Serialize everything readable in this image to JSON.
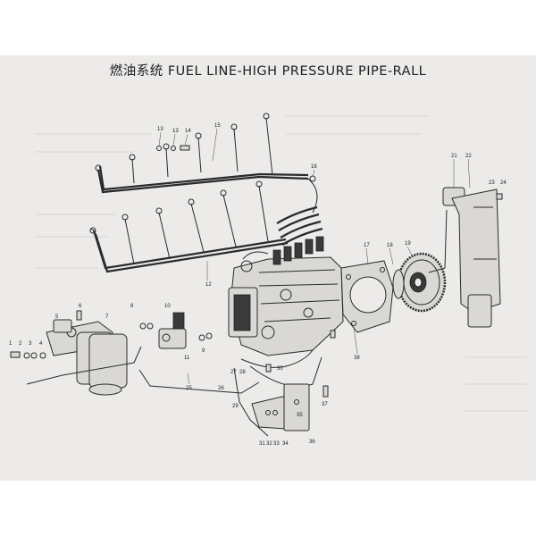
{
  "title": "燃油系统  FUEL LINE-HIGH PRESSURE PIPE-RALL",
  "callouts": [
    "1",
    "2",
    "3",
    "4",
    "5",
    "6",
    "7",
    "8",
    "9",
    "10",
    "11",
    "12",
    "13",
    "14",
    "15",
    "16",
    "17",
    "18",
    "19",
    "21",
    "22",
    "23",
    "24",
    "25",
    "26",
    "27",
    "28",
    "29",
    "30",
    "31",
    "32",
    "33",
    "34",
    "35",
    "36",
    "37",
    "38"
  ]
}
